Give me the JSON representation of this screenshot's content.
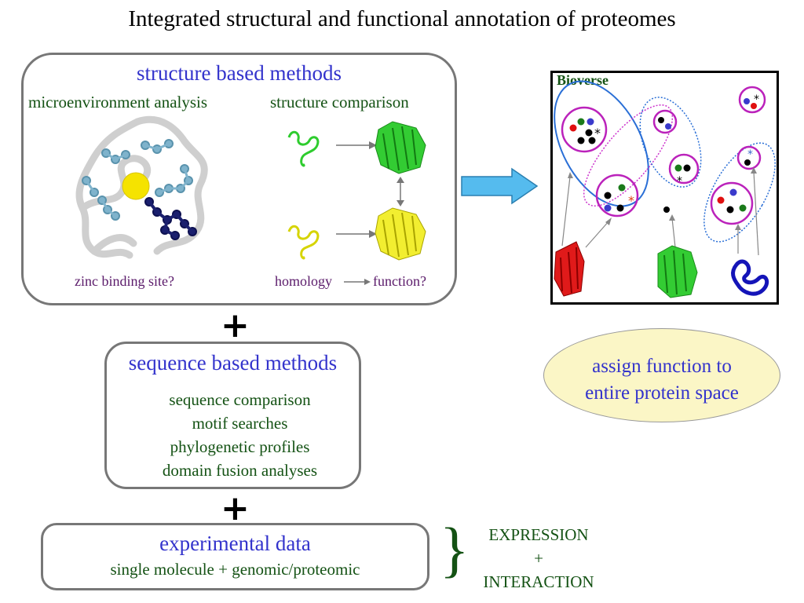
{
  "title": "Integrated structural and functional annotation of proteomes",
  "structure": {
    "heading": "structure based methods",
    "left_label": "microenvironment analysis",
    "right_label": "structure comparison",
    "bottom_left": "zinc binding site?",
    "bottom_right_a": "homology",
    "bottom_right_b": "function?"
  },
  "plus_symbol": "+",
  "sequence": {
    "heading": "sequence based methods",
    "items": [
      "sequence comparison",
      "motif searches",
      "phylogenetic profiles",
      "domain fusion analyses"
    ]
  },
  "experimental": {
    "heading": "experimental data",
    "subtitle": "single molecule + genomic/proteomic"
  },
  "brace": "}",
  "expression_block": [
    "EXPRESSION",
    "+",
    "INTERACTION"
  ],
  "bioverse": {
    "label": "Bioverse"
  },
  "assign": {
    "line1": "assign function to",
    "line2": "entire protein space"
  },
  "colors": {
    "heading_blue": "#3333cc",
    "text_green": "#145214",
    "caption_purple": "#5a1a6a",
    "arrow_blue": "#55bbee",
    "ellipse_fill": "#fbf6c6"
  }
}
